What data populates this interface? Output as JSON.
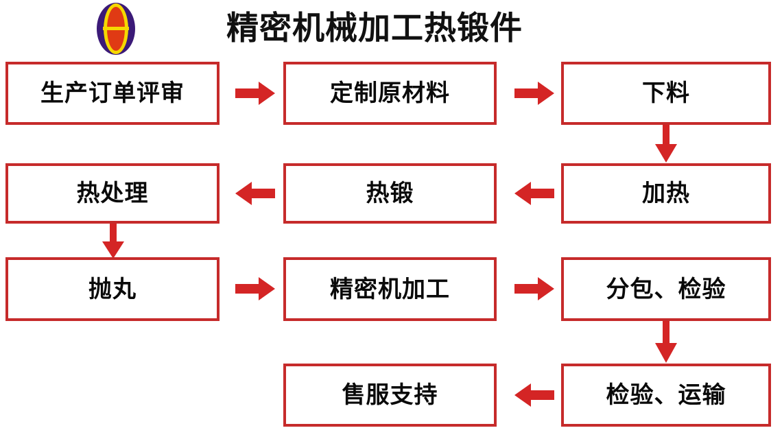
{
  "header": {
    "title": "精密机械加工热锻件",
    "logo_name": "company-logo-theta-emblem",
    "logo_colors": {
      "outer_oval": "#3B1A78",
      "inner_ring": "#F5D800",
      "inner_fill": "#E03A14",
      "crossbar": "#F5D800"
    }
  },
  "theme": {
    "box_border": "#C62B2B",
    "arrow_color": "#D42525",
    "box_fill": "#FFFFFF",
    "text_color": "#0A0A0A",
    "page_background": "#FFFFFF"
  },
  "flowchart": {
    "type": "process-flow",
    "rows": [
      {
        "row": 1,
        "direction": "left-to-right",
        "nodes": [
          {
            "id": "n1",
            "label": "生产订单评审",
            "column": "left"
          },
          {
            "id": "n2",
            "label": "定制原材料",
            "column": "middle"
          },
          {
            "id": "n3",
            "label": "下料",
            "column": "right"
          }
        ]
      },
      {
        "row": 2,
        "direction": "right-to-left",
        "nodes": [
          {
            "id": "n6",
            "label": "热处理",
            "column": "left"
          },
          {
            "id": "n5",
            "label": "热锻",
            "column": "middle"
          },
          {
            "id": "n4",
            "label": "加热",
            "column": "right"
          }
        ]
      },
      {
        "row": 3,
        "direction": "left-to-right",
        "nodes": [
          {
            "id": "n7",
            "label": "抛丸",
            "column": "left"
          },
          {
            "id": "n8",
            "label": "精密机加工",
            "column": "middle"
          },
          {
            "id": "n9",
            "label": "分包、检验",
            "column": "right"
          }
        ]
      },
      {
        "row": 4,
        "direction": "right-to-left",
        "nodes": [
          {
            "id": "n11",
            "label": "售服支持",
            "column": "middle"
          },
          {
            "id": "n10",
            "label": "检验、运输",
            "column": "right"
          }
        ]
      }
    ],
    "connectors": [
      {
        "id": "a1",
        "from": "n1",
        "to": "n2",
        "direction": "right",
        "icon": "arrow-right-icon"
      },
      {
        "id": "a2",
        "from": "n2",
        "to": "n3",
        "direction": "right",
        "icon": "arrow-right-icon"
      },
      {
        "id": "a3",
        "from": "n3",
        "to": "n4",
        "direction": "down",
        "icon": "arrow-down-icon"
      },
      {
        "id": "a4",
        "from": "n4",
        "to": "n5",
        "direction": "left",
        "icon": "arrow-left-icon"
      },
      {
        "id": "a5",
        "from": "n5",
        "to": "n6",
        "direction": "left",
        "icon": "arrow-left-icon"
      },
      {
        "id": "a6",
        "from": "n6",
        "to": "n7",
        "direction": "down",
        "icon": "arrow-down-icon"
      },
      {
        "id": "a7",
        "from": "n7",
        "to": "n8",
        "direction": "right",
        "icon": "arrow-right-icon"
      },
      {
        "id": "a8",
        "from": "n8",
        "to": "n9",
        "direction": "right",
        "icon": "arrow-right-icon"
      },
      {
        "id": "a9",
        "from": "n9",
        "to": "n10",
        "direction": "down",
        "icon": "arrow-down-icon"
      },
      {
        "id": "a10",
        "from": "n10",
        "to": "n11",
        "direction": "left",
        "icon": "arrow-left-icon"
      }
    ]
  }
}
